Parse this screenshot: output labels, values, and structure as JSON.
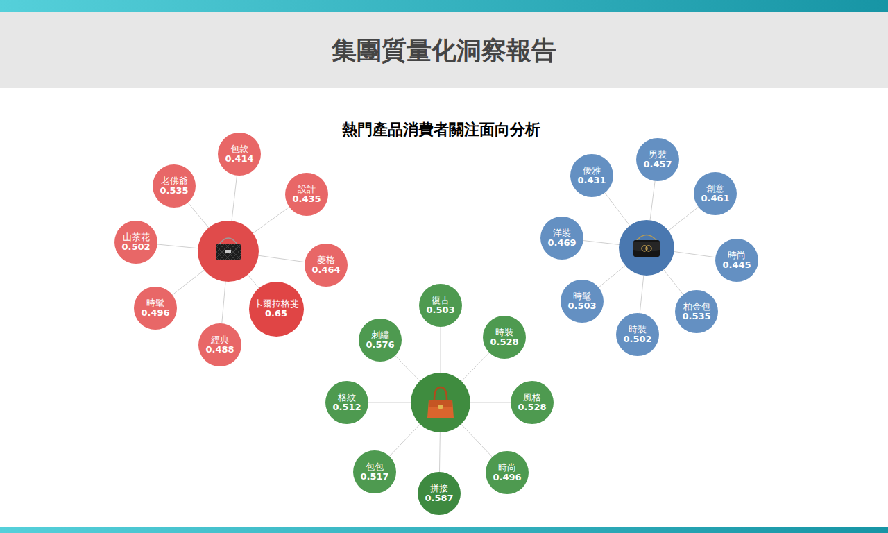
{
  "diagram": {
    "title": "集團質量化洞察報告",
    "nodes": [
      {
        "text": [
          "包款",
          "0.414"
        ]
      },
      {
        "text": [
          "設計",
          "0.435"
        ]
      },
      {
        "text": [
          "菱格",
          "0.464"
        ]
      },
      {
        "text": [
          "卡爾拉格斐",
          "0.65"
        ]
      },
      {
        "text": [
          "經典",
          "0.488"
        ]
      },
      {
        "text": [
          "時髦",
          "0.496"
        ]
      },
      {
        "text": [
          "山茶花",
          "0.502"
        ]
      },
      {
        "text": [
          "老佛爺",
          "0.535"
        ]
      },
      {
        "text": [
          "男裝",
          "0.457"
        ]
      },
      {
        "text": [
          "創意",
          "0.461"
        ]
      },
      {
        "text": [
          "時尚",
          "0.445"
        ]
      },
      {
        "text": [
          "柏金包",
          "0.535"
        ]
      },
      {
        "text": [
          "時裝",
          "0.502"
        ]
      },
      {
        "text": [
          "時髦",
          "0.503"
        ]
      },
      {
        "text": [
          "洋裝",
          "0.469"
        ]
      },
      {
        "text": [
          "優雅",
          "0.431"
        ]
      },
      {
        "text": [
          "復古",
          "0.503"
        ]
      },
      {
        "text": [
          "時裝",
          "0.528"
        ]
      },
      {
        "text": [
          "風格",
          "0.528"
        ]
      },
      {
        "text": [
          "時尚",
          "0.496"
        ]
      },
      {
        "text": [
          "拼接",
          "0.587"
        ]
      },
      {
        "text": [
          "包包",
          "0.517"
        ]
      },
      {
        "text": [
          "格紋",
          "0.512"
        ]
      },
      {
        "text": [
          "刺繡",
          "0.576"
        ]
      }
    ],
    "labels": [
      "熱門產品消費者關注面向分析"
    ]
  }
}
